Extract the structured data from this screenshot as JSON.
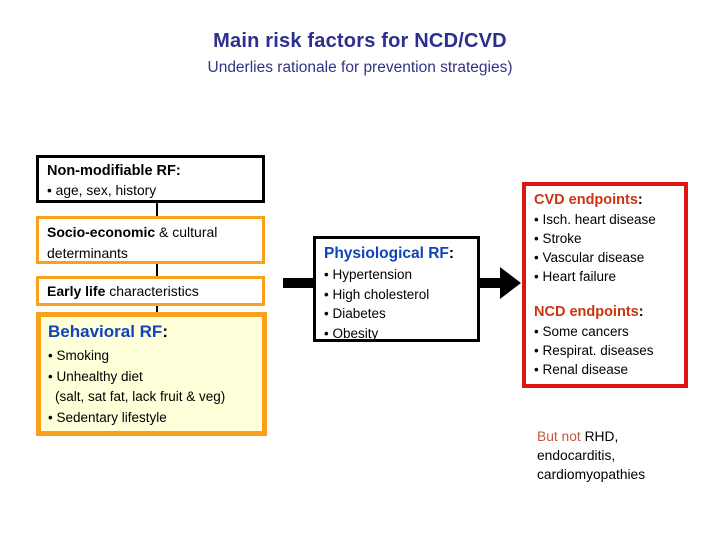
{
  "title": "Main risk factors for NCD/CVD",
  "subtitle": "Underlies rationale for prevention strategies)",
  "colors": {
    "title_navy": "#2D2F8F",
    "heading_blue": "#1144BB",
    "orange_border": "#F9A11B",
    "pale_yellow_fill": "#FFFFD9",
    "red_border": "#DD1515",
    "red_heading": "#CC3311",
    "footnote_red": "#C4573E"
  },
  "nonmodifiable_box": {
    "heading": "Non-modifiable RF",
    "colon": ":",
    "bullet": "• age, sex, history"
  },
  "socio_box": {
    "bold": "Socio-economic",
    "rest": " & cultural",
    "line2": "determinants"
  },
  "early_box": {
    "bold": "Early life",
    "rest": " characteristics"
  },
  "behavioral_box": {
    "heading": "Behavioral RF",
    "colon": ":",
    "bullets": [
      "• Smoking",
      "• Unhealthy diet",
      "(salt, sat fat, lack fruit & veg)",
      "• Sedentary lifestyle"
    ]
  },
  "physiological_box": {
    "heading": "Physiological RF",
    "colon": ":",
    "bullets": [
      "• Hypertension",
      "• High cholesterol",
      "• Diabetes",
      "• Obesity"
    ]
  },
  "endpoints_box": {
    "cvd_heading": "CVD endpoints",
    "cvd_colon": ":",
    "cvd_bullets": [
      "• Isch. heart disease",
      "• Stroke",
      "• Vascular disease",
      "• Heart failure"
    ],
    "ncd_heading": "NCD endpoints",
    "ncd_colon": ":",
    "ncd_bullets": [
      "• Some cancers",
      "• Respirat. diseases",
      "• Renal disease"
    ]
  },
  "footnote": {
    "red": "But not",
    "rest": " RHD,",
    "line2": "endocarditis,",
    "line3": "cardiomyopathies"
  }
}
